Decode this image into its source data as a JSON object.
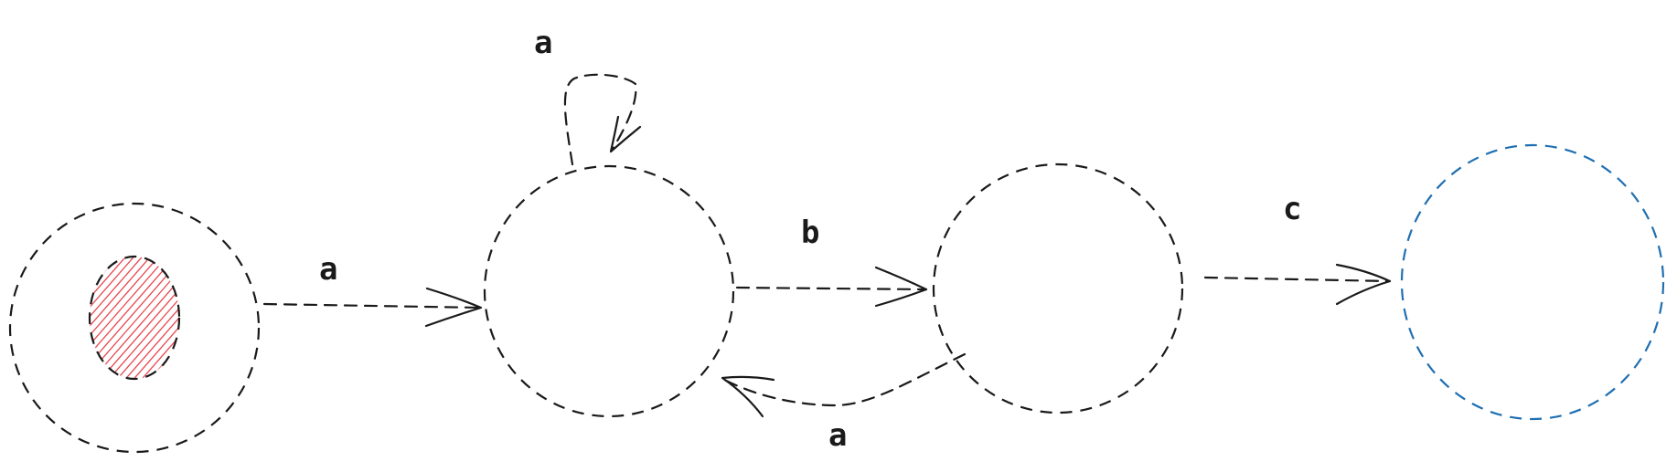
{
  "diagram": {
    "type": "finite-automaton",
    "states": [
      {
        "id": "s0",
        "start": true,
        "style": "dashed",
        "fill": "red-hatched-inner"
      },
      {
        "id": "s1",
        "style": "dashed"
      },
      {
        "id": "s2",
        "style": "dashed"
      },
      {
        "id": "s3",
        "style": "dashed-blue"
      }
    ],
    "transitions": [
      {
        "from": "s0",
        "to": "s1",
        "label": "a"
      },
      {
        "from": "s1",
        "to": "s1",
        "label": "a"
      },
      {
        "from": "s1",
        "to": "s2",
        "label": "b"
      },
      {
        "from": "s2",
        "to": "s1",
        "label": "a"
      },
      {
        "from": "s2",
        "to": "s3",
        "label": "c"
      }
    ],
    "colors": {
      "stroke": "#1a1a1a",
      "accent_blue": "#1f6fb2",
      "start_hatch": "#e8474f"
    }
  }
}
